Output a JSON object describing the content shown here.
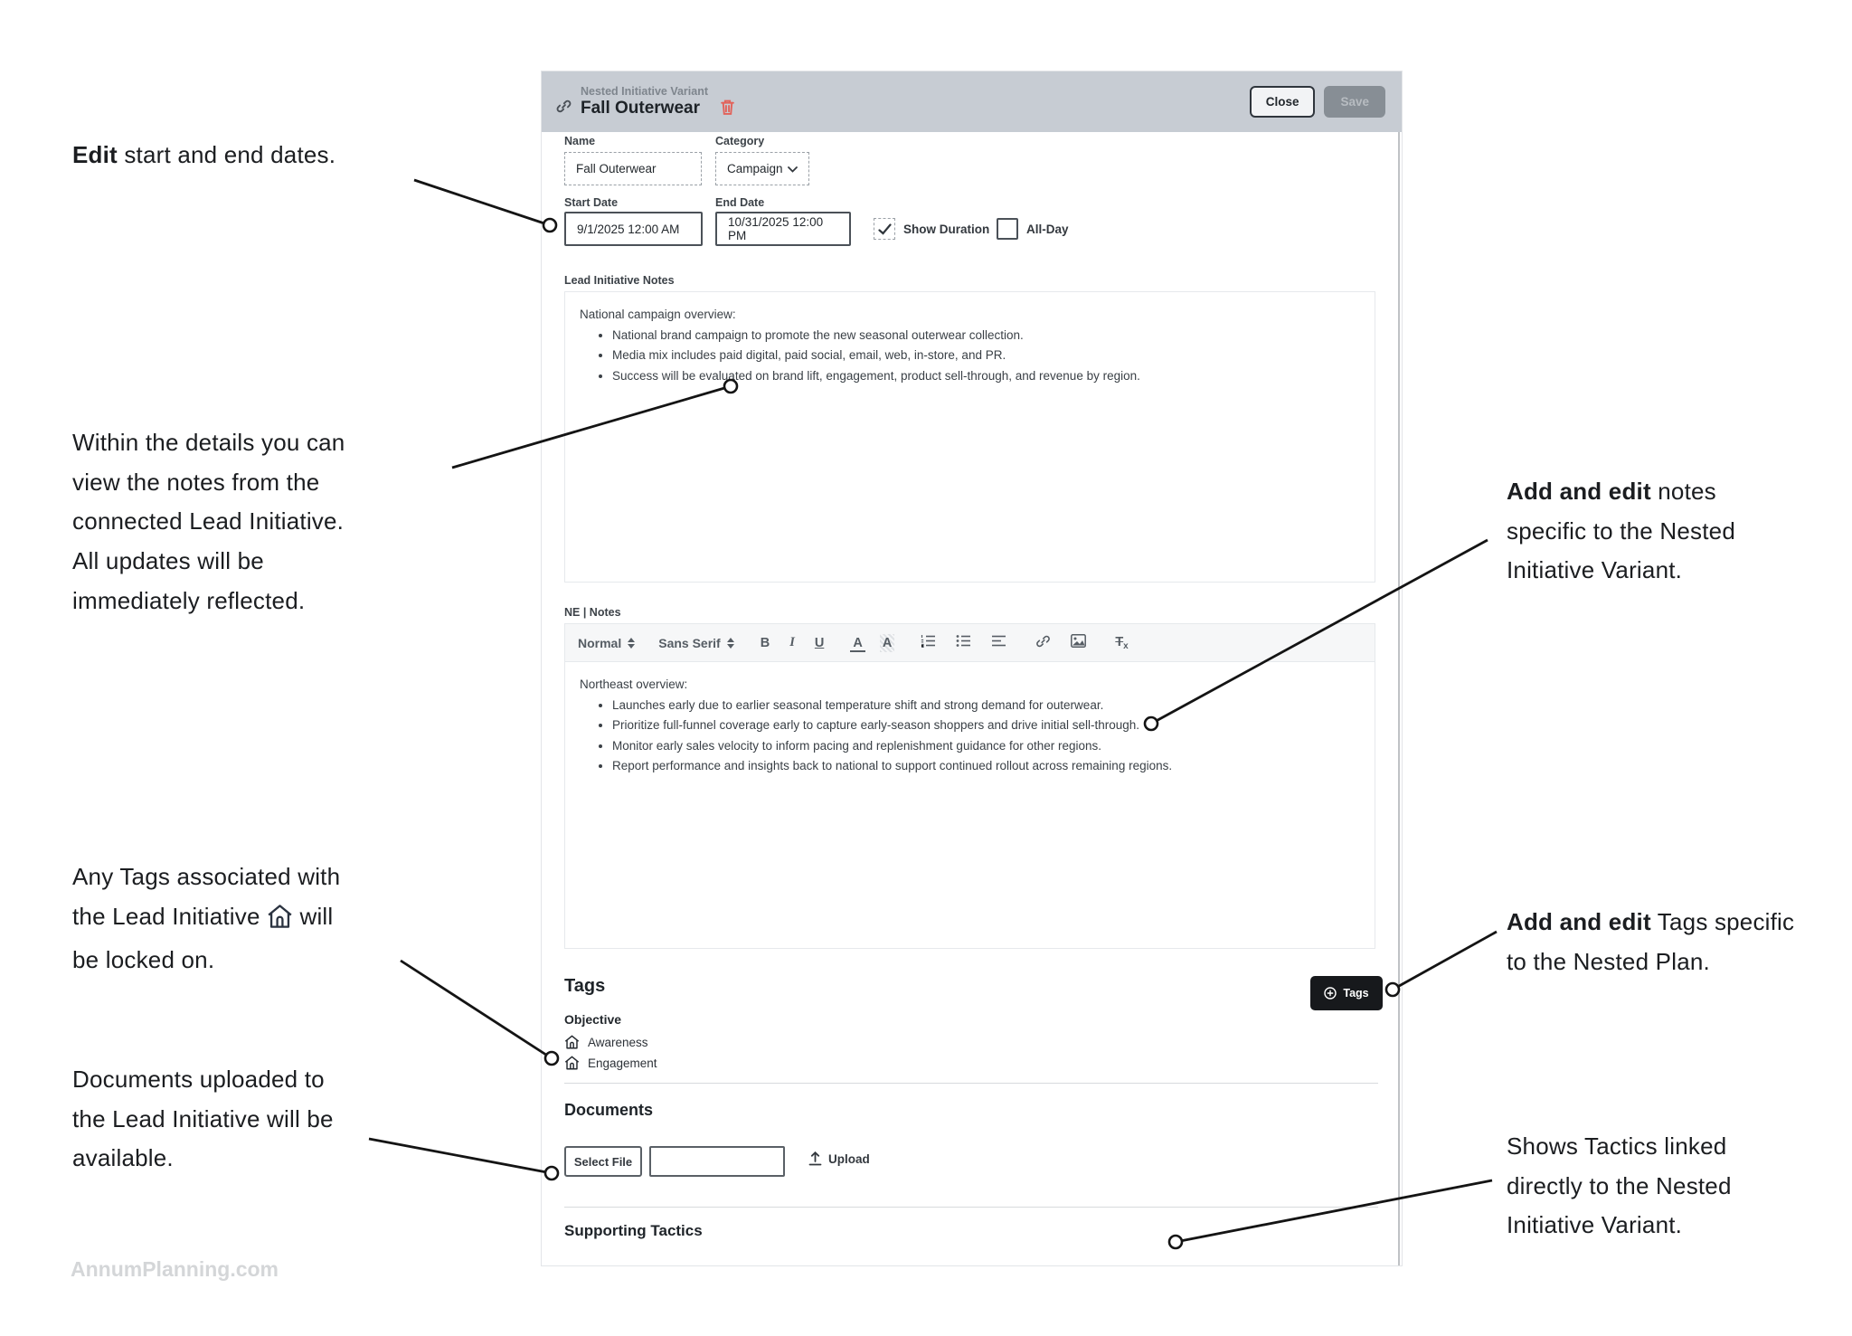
{
  "watermark": "AnnumPlanning.com",
  "annotations": {
    "left": [
      {
        "bold": "Edit",
        "text": " start and end dates."
      },
      {
        "text": "Within the details you can view the notes from the connected Lead Initiative. All updates will be immediately reflected."
      },
      {
        "pre": "Any Tags associated with the Lead Initiative ",
        "icon": "home-icon",
        "post": " will be locked on."
      },
      {
        "text": "Documents uploaded to the Lead Initiative will be available."
      }
    ],
    "right": [
      {
        "bold": "Add and edit",
        "text": " notes specific to the Nested Initiative Variant."
      },
      {
        "bold": "Add and edit",
        "text": " Tags specific to the Nested Plan."
      },
      {
        "text": "Shows Tactics linked directly to the Nested Initiative Variant."
      }
    ]
  },
  "modal": {
    "header": {
      "type_label": "Nested Initiative Variant",
      "title": "Fall Outerwear",
      "close_label": "Close",
      "save_label": "Save"
    },
    "fields": {
      "name": {
        "label": "Name",
        "value": "Fall Outerwear"
      },
      "category": {
        "label": "Category",
        "value": "Campaign"
      },
      "start_date": {
        "label": "Start Date",
        "value": "9/1/2025 12:00 AM"
      },
      "end_date": {
        "label": "End Date",
        "value": "10/31/2025 12:00 PM"
      },
      "show_duration": {
        "label": "Show Duration",
        "checked": true
      },
      "all_day": {
        "label": "All-Day",
        "checked": false
      }
    },
    "lead_notes": {
      "label": "Lead Initiative Notes",
      "intro": "National campaign overview:",
      "bullets": [
        "National brand campaign to promote the new seasonal outerwear collection.",
        "Media mix includes paid digital, paid social, email, web, in-store, and PR.",
        "Success will be evaluated on brand lift, engagement, product sell-through, and revenue by region."
      ]
    },
    "ne_notes": {
      "label": "NE | Notes",
      "toolbar": {
        "paragraph_format": "Normal",
        "font_format": "Sans Serif",
        "bold": "B",
        "italic": "I",
        "underline": "U",
        "text_color": "A",
        "background_color": "A",
        "clear_format_main": "T",
        "clear_format_sub": "x"
      },
      "intro": "Northeast overview:",
      "bullets": [
        "Launches early due to earlier seasonal temperature shift and strong demand for outerwear.",
        "Prioritize full-funnel coverage early to capture early-season shoppers and drive initial sell-through.",
        "Monitor early sales velocity to inform pacing and replenishment guidance for other regions.",
        "Report performance and insights back to national to support continued rollout across remaining regions."
      ]
    },
    "tags": {
      "heading": "Tags",
      "add_button_label": "Tags",
      "group_label": "Objective",
      "items": [
        "Awareness",
        "Engagement"
      ]
    },
    "documents": {
      "heading": "Documents",
      "select_file_label": "Select File",
      "upload_label": "Upload"
    },
    "supporting_tactics": {
      "heading": "Supporting Tactics"
    }
  },
  "colors": {
    "header_bg": "#c7ccd3",
    "save_disabled_bg": "#878e95",
    "tags_button_bg": "#17191c",
    "trash_icon": "#e2625a"
  }
}
